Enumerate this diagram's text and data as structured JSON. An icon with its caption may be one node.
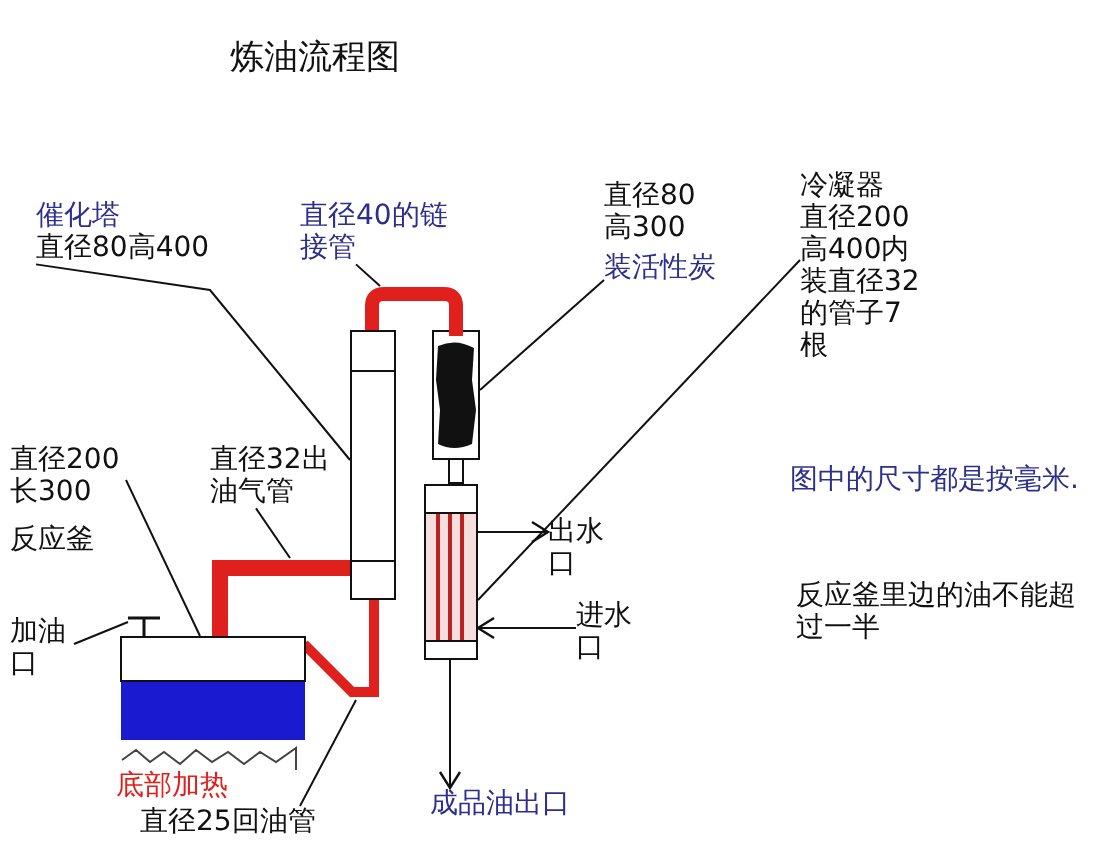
{
  "diagram": {
    "title": "炼油流程图",
    "nodes": [
      {
        "text": [
          "催化塔",
          "直径80高400"
        ]
      },
      {
        "text": [
          "直径40的链接管"
        ]
      },
      {
        "text": [
          "直径80高300",
          "装活性炭"
        ]
      },
      {
        "text": [
          "冷凝器",
          "直径200高400内装直径32的管子7根"
        ]
      },
      {
        "text": [
          "直径200长300",
          "反应釜"
        ]
      },
      {
        "text": [
          "直径32出油气管"
        ]
      },
      {
        "text": [
          "加油口"
        ]
      },
      {
        "text": [
          "直径25回油管"
        ]
      },
      {
        "text": [],
        "shape": "box"
      },
      {
        "text": [],
        "shape": "pipe"
      },
      {
        "text": [],
        "shape": "box"
      },
      {
        "text": [],
        "shape": "box"
      },
      {
        "text": [],
        "shape": "box"
      },
      {
        "text": [],
        "shape": "pipe"
      },
      {
        "text": [],
        "shape": "cap"
      },
      {
        "text": [],
        "shape": "pipe"
      },
      {
        "text": [
          "出水口"
        ]
      },
      {
        "text": [
          "进水口"
        ]
      },
      {
        "text": [
          "成品油出口"
        ]
      }
    ],
    "edges": [
      {
        "from": 0,
        "to": 8,
        "arrow": "none"
      },
      {
        "from": 1,
        "to": 9,
        "arrow": "none"
      },
      {
        "from": 2,
        "to": 10,
        "arrow": "none"
      },
      {
        "from": 3,
        "to": 11,
        "arrow": "none"
      },
      {
        "from": 4,
        "to": 12,
        "arrow": "none"
      },
      {
        "from": 5,
        "to": 13,
        "arrow": "none"
      },
      {
        "from": 6,
        "to": 14,
        "arrow": "none"
      },
      {
        "from": 7,
        "to": 15,
        "arrow": "none"
      },
      {
        "from": 11,
        "to": 16,
        "arrow": "to"
      },
      {
        "from": 17,
        "to": 11,
        "arrow": "to"
      },
      {
        "from": 11,
        "to": 18,
        "arrow": "to"
      }
    ],
    "labels": [
      "底部加热",
      "图中的尺寸都是按毫米.",
      "反应釜里边的油不能超过一半"
    ]
  }
}
